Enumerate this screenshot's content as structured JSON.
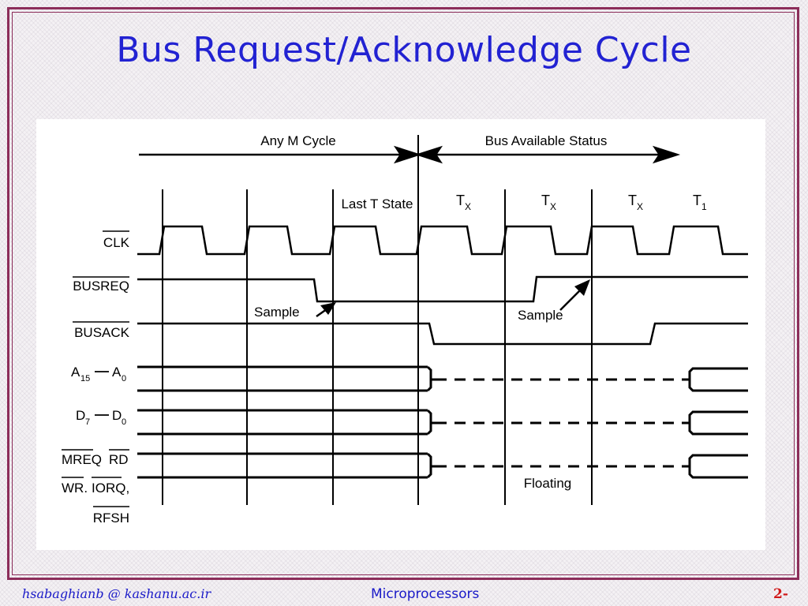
{
  "slide": {
    "title": "Bus Request/Acknowledge Cycle"
  },
  "diagram": {
    "phases": {
      "any_m_cycle": "Any M Cycle",
      "bus_available": "Bus Available Status"
    },
    "states": {
      "last": "Last T State",
      "tx_main": "T",
      "tx_sub": "X",
      "t1_main": "T",
      "t1_sub": "1"
    },
    "signals": {
      "clk": "CLK",
      "busreq": "BUSREQ",
      "busack": "BUSACK",
      "addr_a": "A",
      "addr_a_sub1": "15",
      "addr_b": "A",
      "addr_b_sub2": "0",
      "data_a": "D",
      "data_a_sub1": "7",
      "data_b": "D",
      "data_b_sub2": "0",
      "ctrl_line1a": "MREQ",
      "ctrl_line1b": "RD",
      "ctrl_line2a": "WR.",
      "ctrl_line2b": "IORQ,",
      "ctrl_line3": "RFSH"
    },
    "annotations": {
      "sample": "Sample",
      "floating": "Floating"
    }
  },
  "footer": {
    "author": "hsabaghianb @ kashanu.ac.ir",
    "course": "Microprocessors",
    "page": "2-"
  }
}
